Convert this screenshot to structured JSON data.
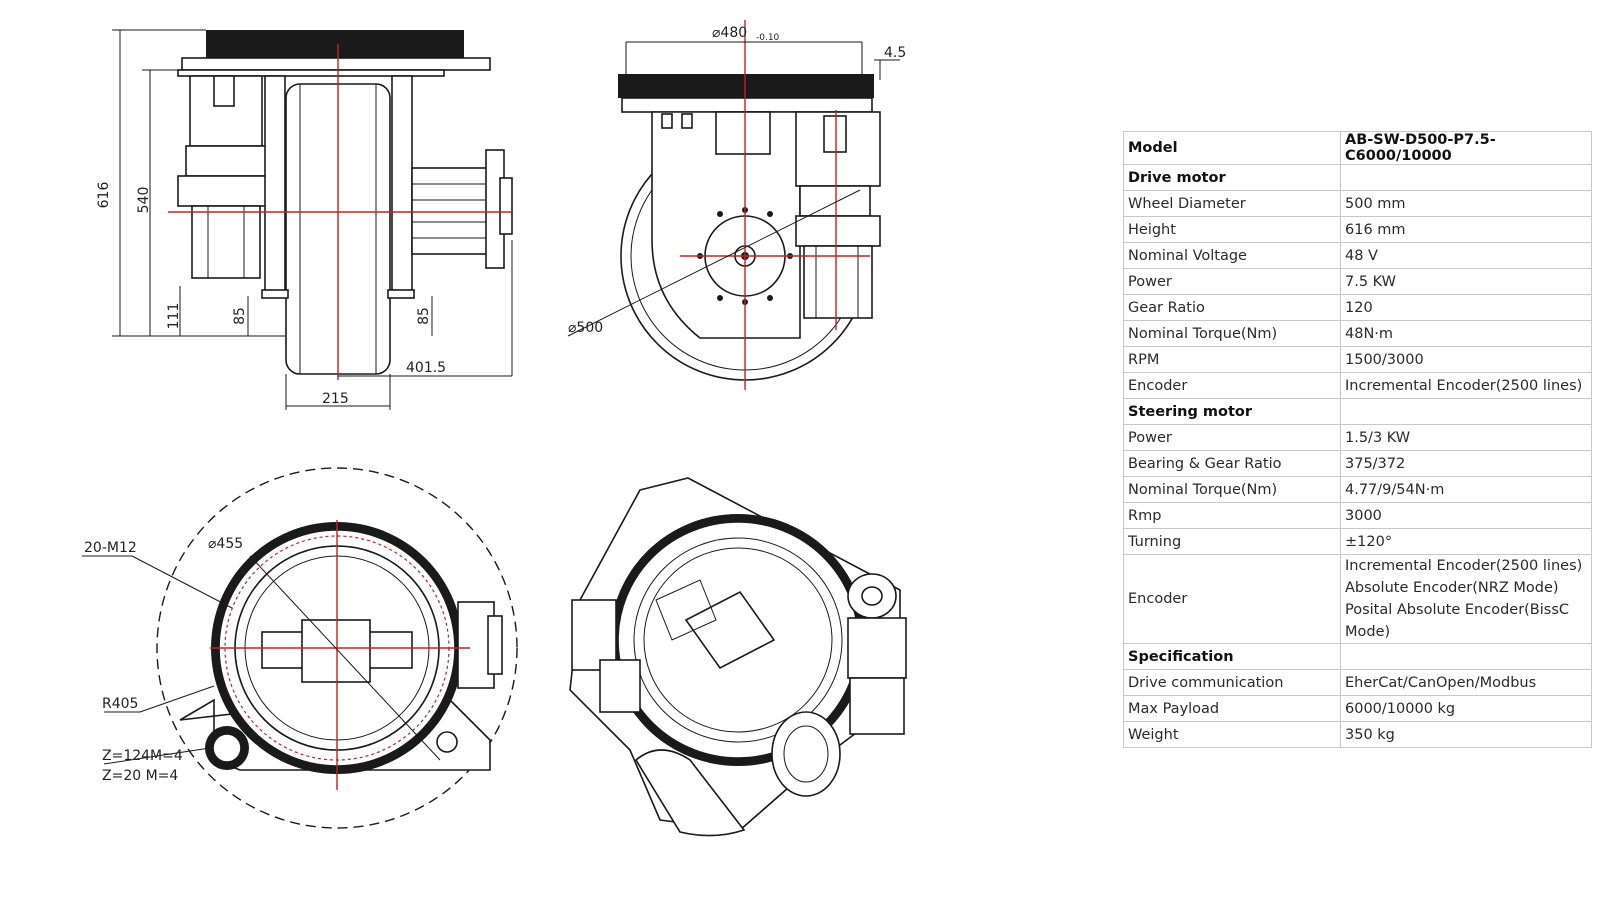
{
  "drawings": {
    "side_view": {
      "dims": [
        "616",
        "540",
        "111",
        "85",
        "85",
        "401.5",
        "215"
      ]
    },
    "front_view": {
      "dims": [
        "⌀480",
        "-0.10",
        "4.5",
        "⌀500"
      ]
    },
    "top_view": {
      "dims": [
        "20-M12",
        "⌀455",
        "R405",
        "Z=124M=4",
        "Z=20  M=4"
      ]
    }
  },
  "spec_table": {
    "rows": [
      {
        "label": "Model",
        "value": "AB-SW-D500-P7.5-C6000/10000",
        "bold": true
      },
      {
        "label": "Drive motor",
        "value": "",
        "bold": true
      },
      {
        "label": "Wheel Diameter",
        "value": "500 mm"
      },
      {
        "label": "Height",
        "value": "616 mm"
      },
      {
        "label": "Nominal Voltage",
        "value": "48 V"
      },
      {
        "label": "Power",
        "value": "7.5 KW"
      },
      {
        "label": "Gear Ratio",
        "value": "120"
      },
      {
        "label": "Nominal Torque(Nm)",
        "value": "48N·m"
      },
      {
        "label": "RPM",
        "value": "1500/3000"
      },
      {
        "label": "Encoder",
        "value": "Incremental Encoder(2500 lines)"
      },
      {
        "label": "Steering motor",
        "value": "",
        "bold": true
      },
      {
        "label": "Power",
        "value": "1.5/3 KW"
      },
      {
        "label": "Bearing & Gear Ratio",
        "value": "375/372"
      },
      {
        "label": "Nominal Torque(Nm)",
        "value": "4.77/9/54N·m"
      },
      {
        "label": "Rmp",
        "value": "3000"
      },
      {
        "label": "Turning",
        "value": "±120°"
      },
      {
        "label": "Encoder",
        "value": "Incremental Encoder(2500 lines) Absolute Encoder(NRZ Mode) Posital Absolute Encoder(BissC Mode)",
        "tall": true
      },
      {
        "label": "Specification",
        "value": "",
        "bold": true
      },
      {
        "label": "Drive communication",
        "value": "EherCat/CanOpen/Modbus"
      },
      {
        "label": "Max Payload",
        "value": "6000/10000 kg"
      },
      {
        "label": "Weight",
        "value": "350 kg"
      }
    ]
  }
}
